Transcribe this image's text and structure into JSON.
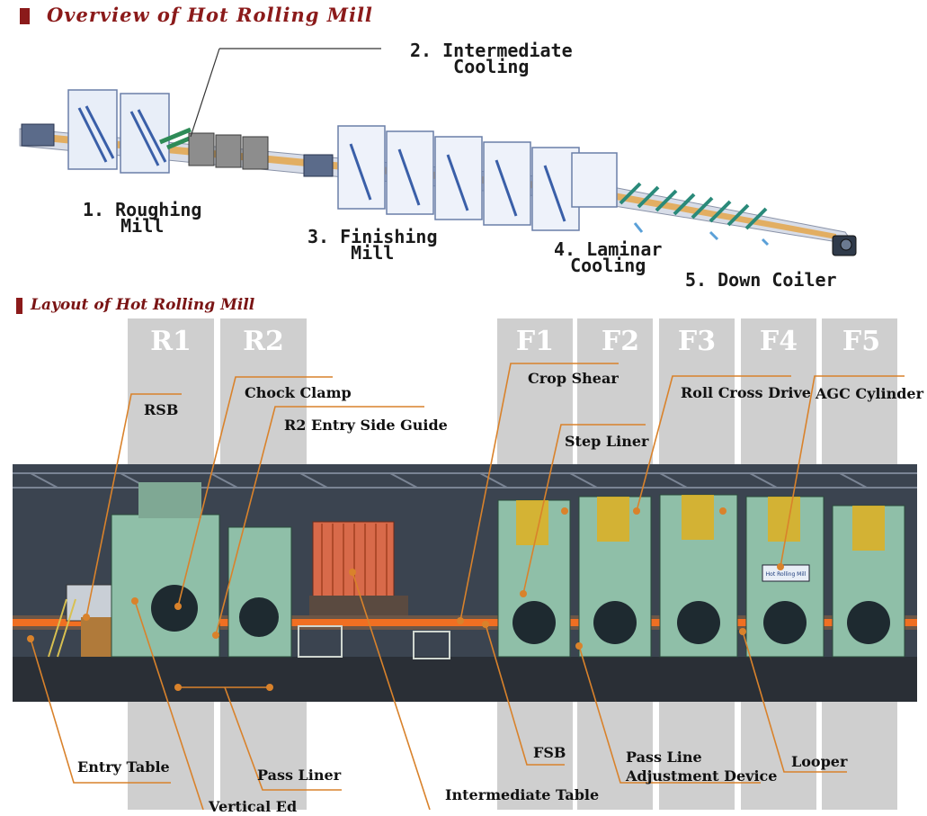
{
  "overview": {
    "title": "Overview of Hot Rolling Mill",
    "labels": {
      "roughing_line1": "1. Roughing",
      "roughing_line2": "Mill",
      "intermediate_line1": "2. Intermediate",
      "intermediate_line2": "Cooling",
      "finishing_line1": "3. Finishing",
      "finishing_line2": "Mill",
      "laminar_line1": "4. Laminar",
      "laminar_line2": "Cooling",
      "coiler": "5. Down Coiler"
    }
  },
  "layout": {
    "title": "Layout of Hot Rolling Mill",
    "stands": [
      "R1",
      "R2",
      "F1",
      "F2",
      "F3",
      "F4",
      "F5"
    ],
    "callouts": {
      "rsb": "RSB",
      "chock_clamp": "Chock Clamp",
      "r2_entry_side_guide": "R2 Entry Side Guide",
      "crop_shear": "Crop Shear",
      "step_liner": "Step Liner",
      "roll_cross_drive": "Roll Cross Drive",
      "agc_cylinder": "AGC Cylinder",
      "entry_table": "Entry Table",
      "pass_liner": "Pass Liner",
      "vertical_edger_partial": "Vertical Ed",
      "fsb": "FSB",
      "pass_line_line1": "Pass Line",
      "pass_line_line2": "Adjustment Device",
      "intermediate_table": "Intermediate Table",
      "looper": "Looper"
    },
    "photo_sign": "Hot Rolling Mill"
  },
  "colors": {
    "title_red": "#8b1a1a",
    "callout_line": "#d9822b",
    "stand_column": "#cfcfcf",
    "hot_strip": "#ff6a1a",
    "machine_green": "#8fbfa8"
  }
}
